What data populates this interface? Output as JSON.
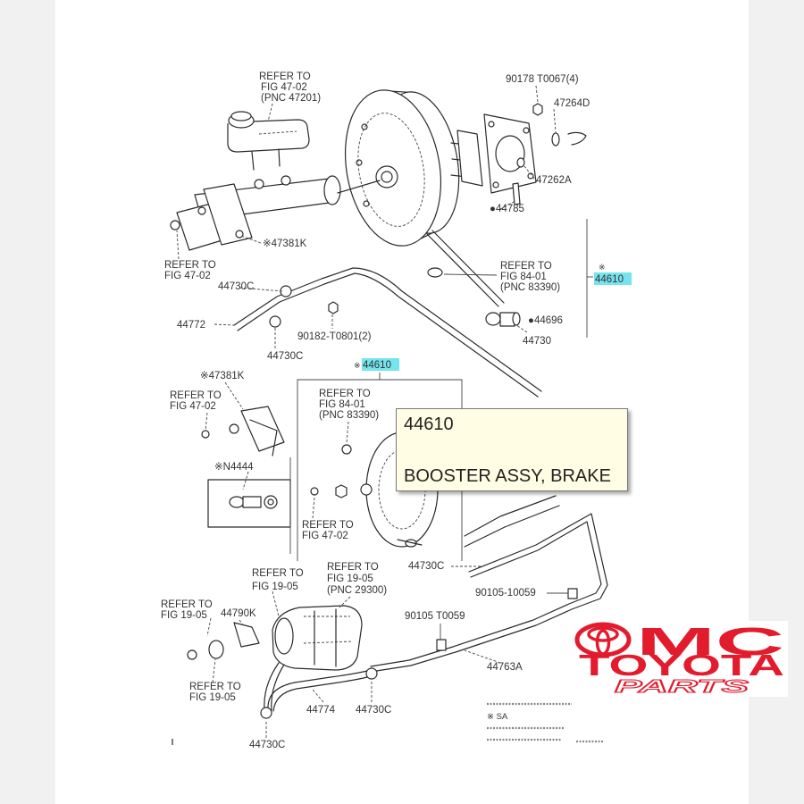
{
  "colors": {
    "highlight": "#74e4ee",
    "logo_red": "#e21b2d",
    "tooltip_bg": "#fffde3"
  },
  "tooltip": {
    "part_number": "44610",
    "part_name": "BOOSTER ASSY, BRAKE"
  },
  "logo": {
    "emblem_icon": "toyota-emblem-icon",
    "top": "MC",
    "middle": "TOYOTA",
    "bottom": "PARTS"
  },
  "refer_notes": [
    {
      "lines": [
        "REFER TO",
        "FIG 47-02",
        "(PNC 47201)"
      ]
    },
    {
      "lines": [
        "REFER TO",
        "FIG 47-02"
      ]
    },
    {
      "lines": [
        "REFER TO",
        "FIG 84-01",
        "(PNC 83390)"
      ]
    },
    {
      "lines": [
        "REFER TO",
        "FIG 47-02"
      ]
    },
    {
      "lines": [
        "REFER TO",
        "FIG 84-01",
        "(PNC 83390)"
      ]
    },
    {
      "lines": [
        "REFER TO",
        "FIG 47-02"
      ]
    },
    {
      "lines": [
        "REFER TO",
        "FIG 19-05"
      ]
    },
    {
      "lines": [
        "REFER TO",
        "FIG 19-05",
        "(PNC 29300)"
      ]
    },
    {
      "lines": [
        "REFER TO",
        "FIG 19-05"
      ]
    },
    {
      "lines": [
        "REFER TO",
        "FIG 19-05"
      ]
    }
  ],
  "callouts": [
    "90178 T0067(4)",
    "47264D",
    "47262A",
    "●44785",
    "※47381K",
    "44730C",
    "44772",
    "90182-T0801(2)",
    "44730C",
    "●44696",
    "44730",
    "※47381K",
    "※N4444",
    "44730C",
    "90105-10059",
    "44790K",
    "90105 T0059",
    "44763A",
    "44774",
    "44730C",
    "44730C"
  ],
  "highlighted_callouts": [
    {
      "mark": "※",
      "number": "44610"
    },
    {
      "mark": "※",
      "number": "44610"
    }
  ],
  "footnotes": [
    "※ SA"
  ]
}
